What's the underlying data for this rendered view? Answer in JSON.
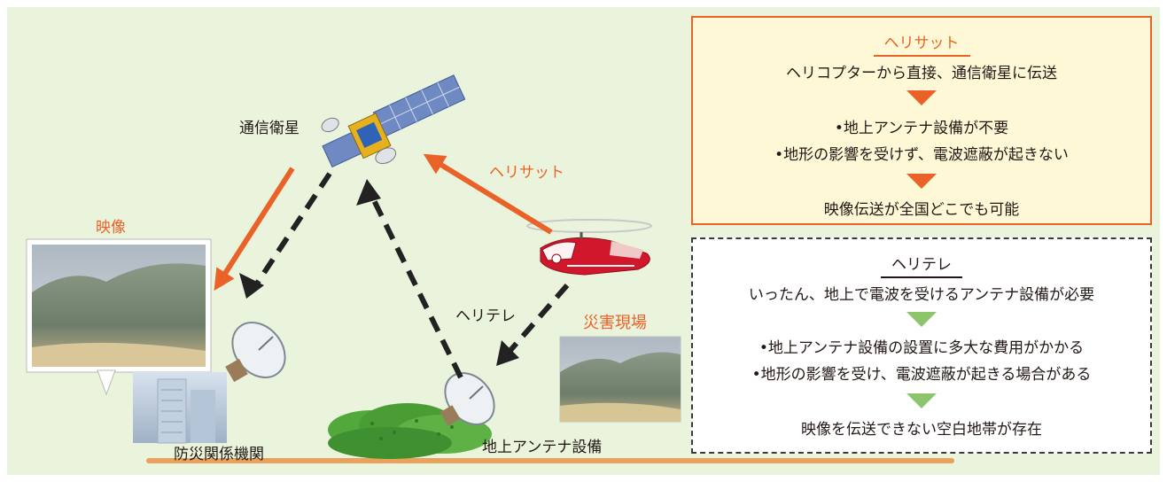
{
  "labels": {
    "satellite": "通信衛星",
    "video": "映像",
    "helisat_arrow": "ヘリサット",
    "heritele_arrow": "ヘリテレ",
    "disaster_site": "災害現場",
    "disaster_agency": "防災関係機関",
    "ground_antenna": "地上アンテナ設備"
  },
  "helisat_box": {
    "title": "ヘリサット",
    "line1": "ヘリコプターから直接、通信衛星に伝送",
    "line2": "•地上アンテナ設備が不要",
    "line3": "•地形の影響を受けず、電波遮蔽が起きない",
    "result": "映像伝送が全国どこでも可能"
  },
  "heritele_box": {
    "title": "ヘリテレ",
    "line1": "いったん、地上で電波を受けるアンテナ設備が必要",
    "line2": "•地上アンテナ設備の設置に多大な費用がかかる",
    "line3": "•地形の影響を受け、電波遮蔽が起きる場合がある",
    "result": "映像を伝送できない空白地帯が存在"
  },
  "colors": {
    "background": "#eaf4dc",
    "accent_orange": "#ea6228",
    "accent_green": "#8dc56d",
    "dashed_arrow": "#222222",
    "ground_line": "#e8a25c"
  }
}
